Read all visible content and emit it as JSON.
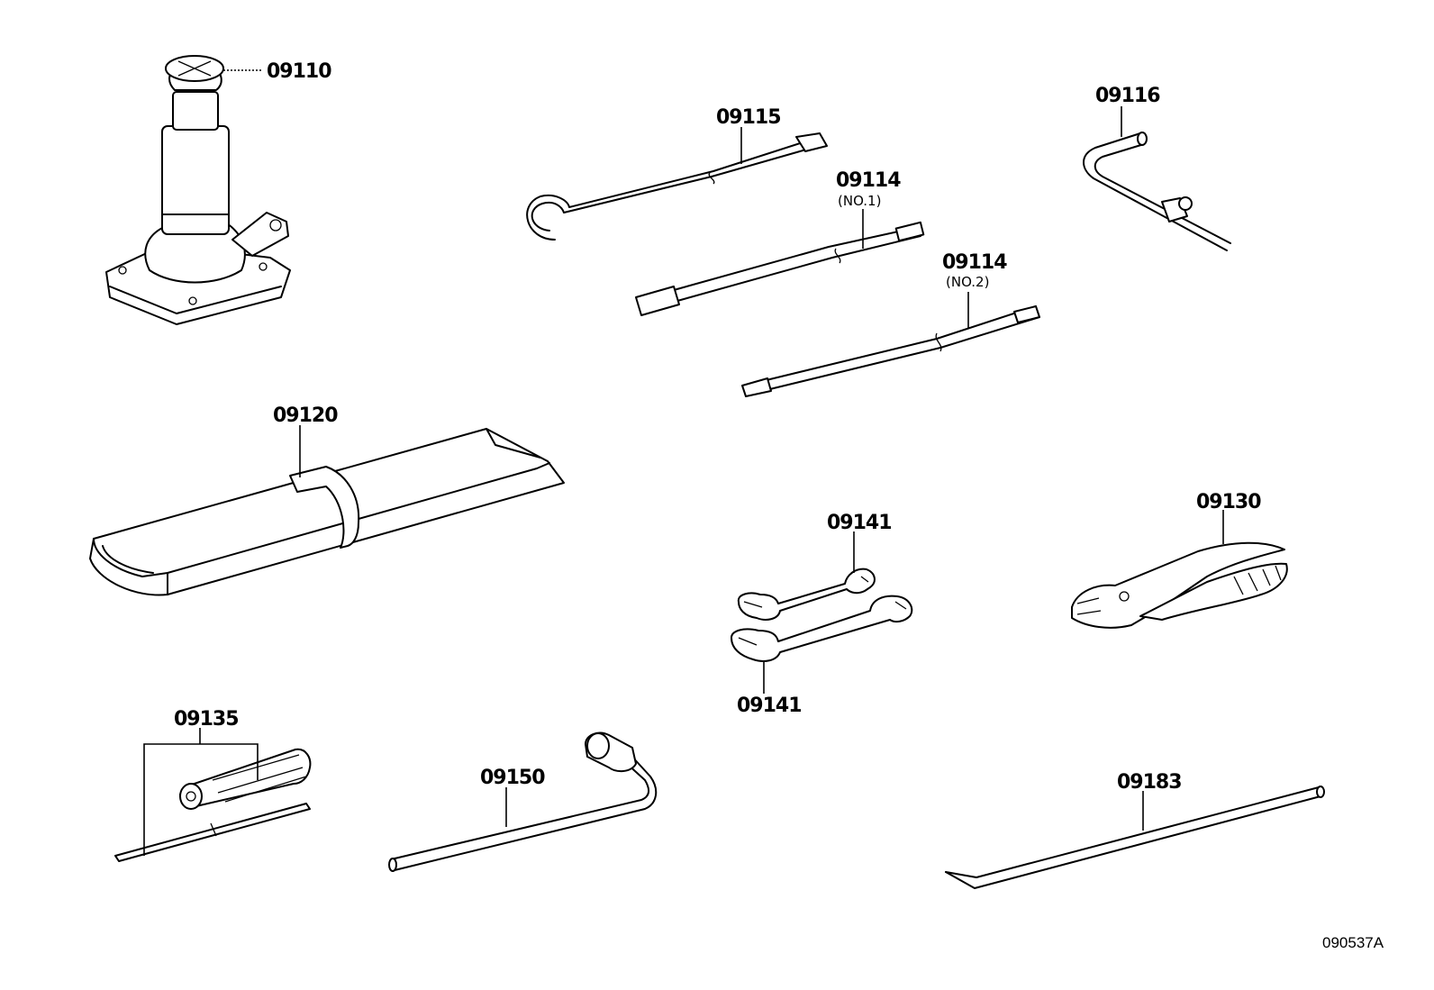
{
  "parts": {
    "jack": {
      "label": "09110"
    },
    "jack_handle": {
      "label": "09115"
    },
    "jack_handle_ext_no1": {
      "label": "09114",
      "sub": "(NO.1)"
    },
    "jack_handle_ext_no2": {
      "label": "09114",
      "sub": "(NO.2)"
    },
    "handle_bent": {
      "label": "09116"
    },
    "tool_bag": {
      "label": "09120"
    },
    "wrench_upper": {
      "label": "09141"
    },
    "wrench_lower": {
      "label": "09141"
    },
    "pliers": {
      "label": "09130"
    },
    "screwdriver": {
      "label": "09135"
    },
    "hub_nut_wrench": {
      "label": "09150"
    },
    "bar": {
      "label": "09183"
    }
  },
  "drawing_id": "090537A",
  "colors": {
    "ink": "#000000",
    "paper": "#ffffff"
  }
}
